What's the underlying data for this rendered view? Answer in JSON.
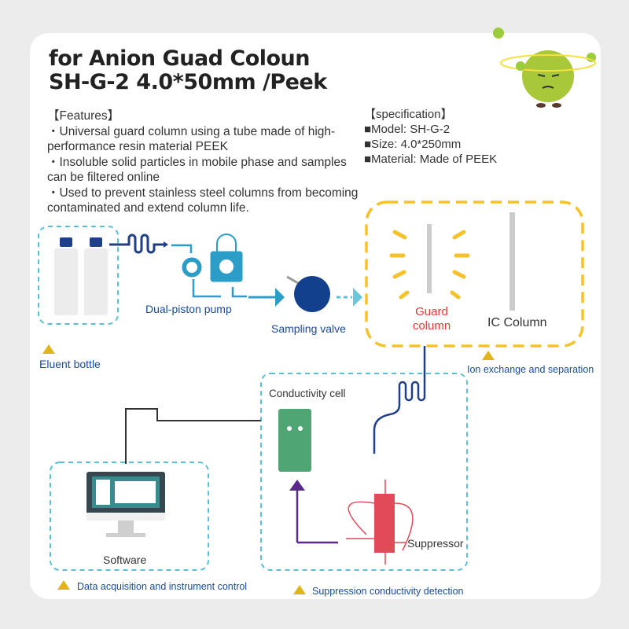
{
  "title": {
    "line1": "for Anion Guad Coloun",
    "line2": "SH-G-2   4.0*50mm /Peek"
  },
  "features": {
    "heading": "【Features】",
    "items": [
      "・Universal guard column using a tube made of high-performance resin material PEEK",
      "・Insoluble solid particles in mobile phase and samples can be filtered online",
      "・Used to prevent stainless steel columns from becoming contaminated and extend column life."
    ]
  },
  "specification": {
    "heading": "【specification】",
    "items": [
      "■Model: SH-G-2",
      "■Size: 4.0*250mm",
      "■Material: Made of PEEK"
    ]
  },
  "diagram": {
    "eluent_bottle": "Eluent bottle",
    "pump": "Dual-piston pump",
    "sampling_valve": "Sampling valve",
    "guard_column": "Guard column",
    "ic_column": "IC Column",
    "ion_exchange": "Ion exchange and separation",
    "conductivity_cell": "Conductivity cell",
    "suppressor": "Suppressor",
    "software": "Software",
    "data_acquisition": "Data acquisition and instrument control",
    "suppression_detection": "Suppression conductivity detection"
  },
  "colors": {
    "accent": "#1a4b99",
    "dash": "#5bbfd6",
    "yellow": "#f5c22b",
    "red": "#e53935"
  }
}
